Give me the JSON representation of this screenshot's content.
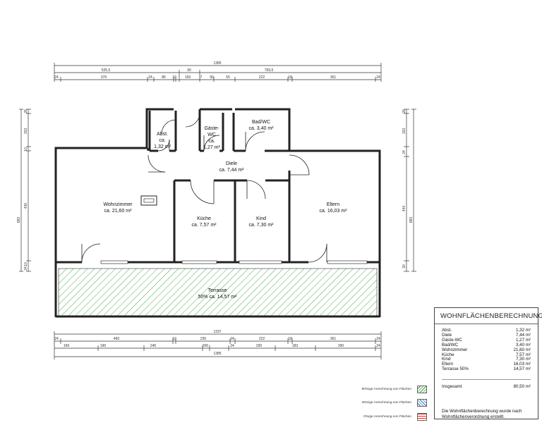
{
  "dimensions": {
    "top_total": "1385",
    "top_left": "525,5",
    "top_mid": "90",
    "top_right": "769,5",
    "top_row": [
      "24",
      "370",
      "24",
      "86",
      "10",
      "169",
      "7",
      "90",
      "55",
      "222",
      "18",
      "361",
      "24"
    ],
    "bottom_total": "1337",
    "bottom_row1": [
      "24",
      "460",
      "10",
      "230",
      "24",
      "222",
      "18",
      "361",
      "24"
    ],
    "bottom_row2": [
      "169",
      "190",
      "245",
      "200",
      "24",
      "200",
      "183",
      "290",
      "24"
    ],
    "bottom_total2": "1385",
    "left_col": [
      "26",
      "153",
      "10",
      "430",
      "10",
      "24"
    ],
    "left_total": "883",
    "right_col": [
      "26",
      "153",
      "24",
      "444",
      "30"
    ],
    "right_total": "883"
  },
  "rooms": {
    "abst": {
      "name": "Abst.",
      "name2": "ca.",
      "area": "1,32 m²"
    },
    "gaeste": {
      "name": "Gäste-",
      "name2": "WC",
      "name3": "ca.",
      "area": "1,27 m²"
    },
    "bad": {
      "name": "Bad/WC",
      "area": "ca. 3,40 m²"
    },
    "diele": {
      "name": "Diele",
      "area": "ca. 7,44 m²"
    },
    "wohn": {
      "name": "Wohnzimmer",
      "area": "ca. 21,60 m²"
    },
    "kueche": {
      "name": "Küche",
      "area": "ca. 7,57 m²"
    },
    "kind": {
      "name": "Kind",
      "area": "ca. 7,30 m²"
    },
    "eltern": {
      "name": "Eltern",
      "area": "ca. 16,03 m²"
    },
    "terrasse": {
      "name": "Terrasse",
      "area": "50% ca. 14,57 m²"
    }
  },
  "summary": {
    "title": "WOHNFLÄCHENBERECHNUNG",
    "rows": [
      {
        "label": "Abst.",
        "value": "1,32 m²"
      },
      {
        "label": "Diele",
        "value": "7,44 m²"
      },
      {
        "label": "Gäste-WC",
        "value": "1,27 m²"
      },
      {
        "label": "Bad/WC",
        "value": "3,40 m²"
      },
      {
        "label": "Wohnzimmer",
        "value": "21,60 m²"
      },
      {
        "label": "Küche",
        "value": "7,57 m²"
      },
      {
        "label": "Kind",
        "value": "7,30 m²"
      },
      {
        "label": "Eltern",
        "value": "16,03 m²"
      },
      {
        "label": "Terrasse 50%",
        "value": "14,57 m²"
      }
    ],
    "total_label": "Insgesamt",
    "total_value": "80,50 m²",
    "note": "Die Wohnflächenberechnung wurde nach Wohnflächenverordnung erstellt."
  },
  "legend": [
    {
      "label": "50%ige Anrechnung von Flächen",
      "color": "#3aa03a"
    },
    {
      "label": "25%ige Anrechnung von Flächen",
      "color": "#2a6fb0"
    },
    {
      "label": "0%ige Anrechnung von Flächen",
      "color": "#c0392b"
    }
  ]
}
